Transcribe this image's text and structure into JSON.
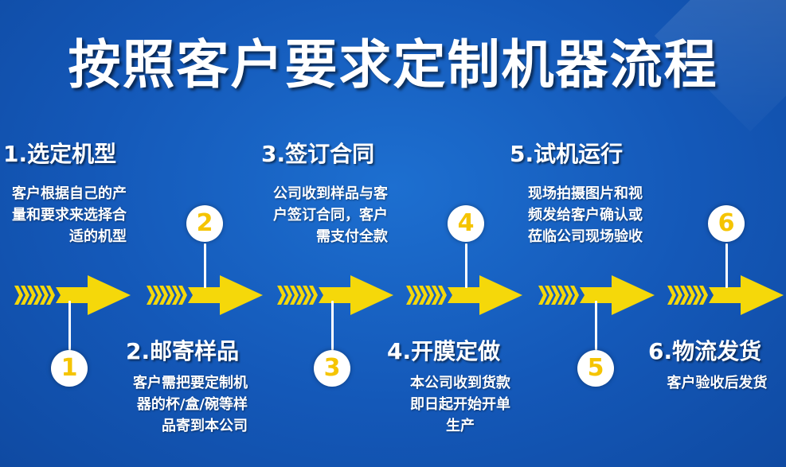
{
  "title": "按照客户要求定制机器流程",
  "colors": {
    "background": "#1458b8",
    "arrow": "#f5d80a",
    "badge_text": "#f5c400",
    "text": "#ffffff"
  },
  "steps": [
    {
      "number": "1",
      "heading": "1.选定机型",
      "desc": "客户根据自己的产量和要求来选择合适的机型"
    },
    {
      "number": "2",
      "heading": "2.邮寄样品",
      "desc": "客户需把要定制机器的杯/盒/碗等样品寄到本公司"
    },
    {
      "number": "3",
      "heading": "3.签订合同",
      "desc": "公司收到样品与客户签订合同，客户需支付全款"
    },
    {
      "number": "4",
      "heading": "4.开膜定做",
      "desc": "本公司收到货款即日起开始开单生产"
    },
    {
      "number": "5",
      "heading": "5.试机运行",
      "desc": "现场拍摄图片和视频发给客户确认或莅临公司现场验收"
    },
    {
      "number": "6",
      "heading": "6.物流发货",
      "desc": "客户验收后发货"
    }
  ]
}
